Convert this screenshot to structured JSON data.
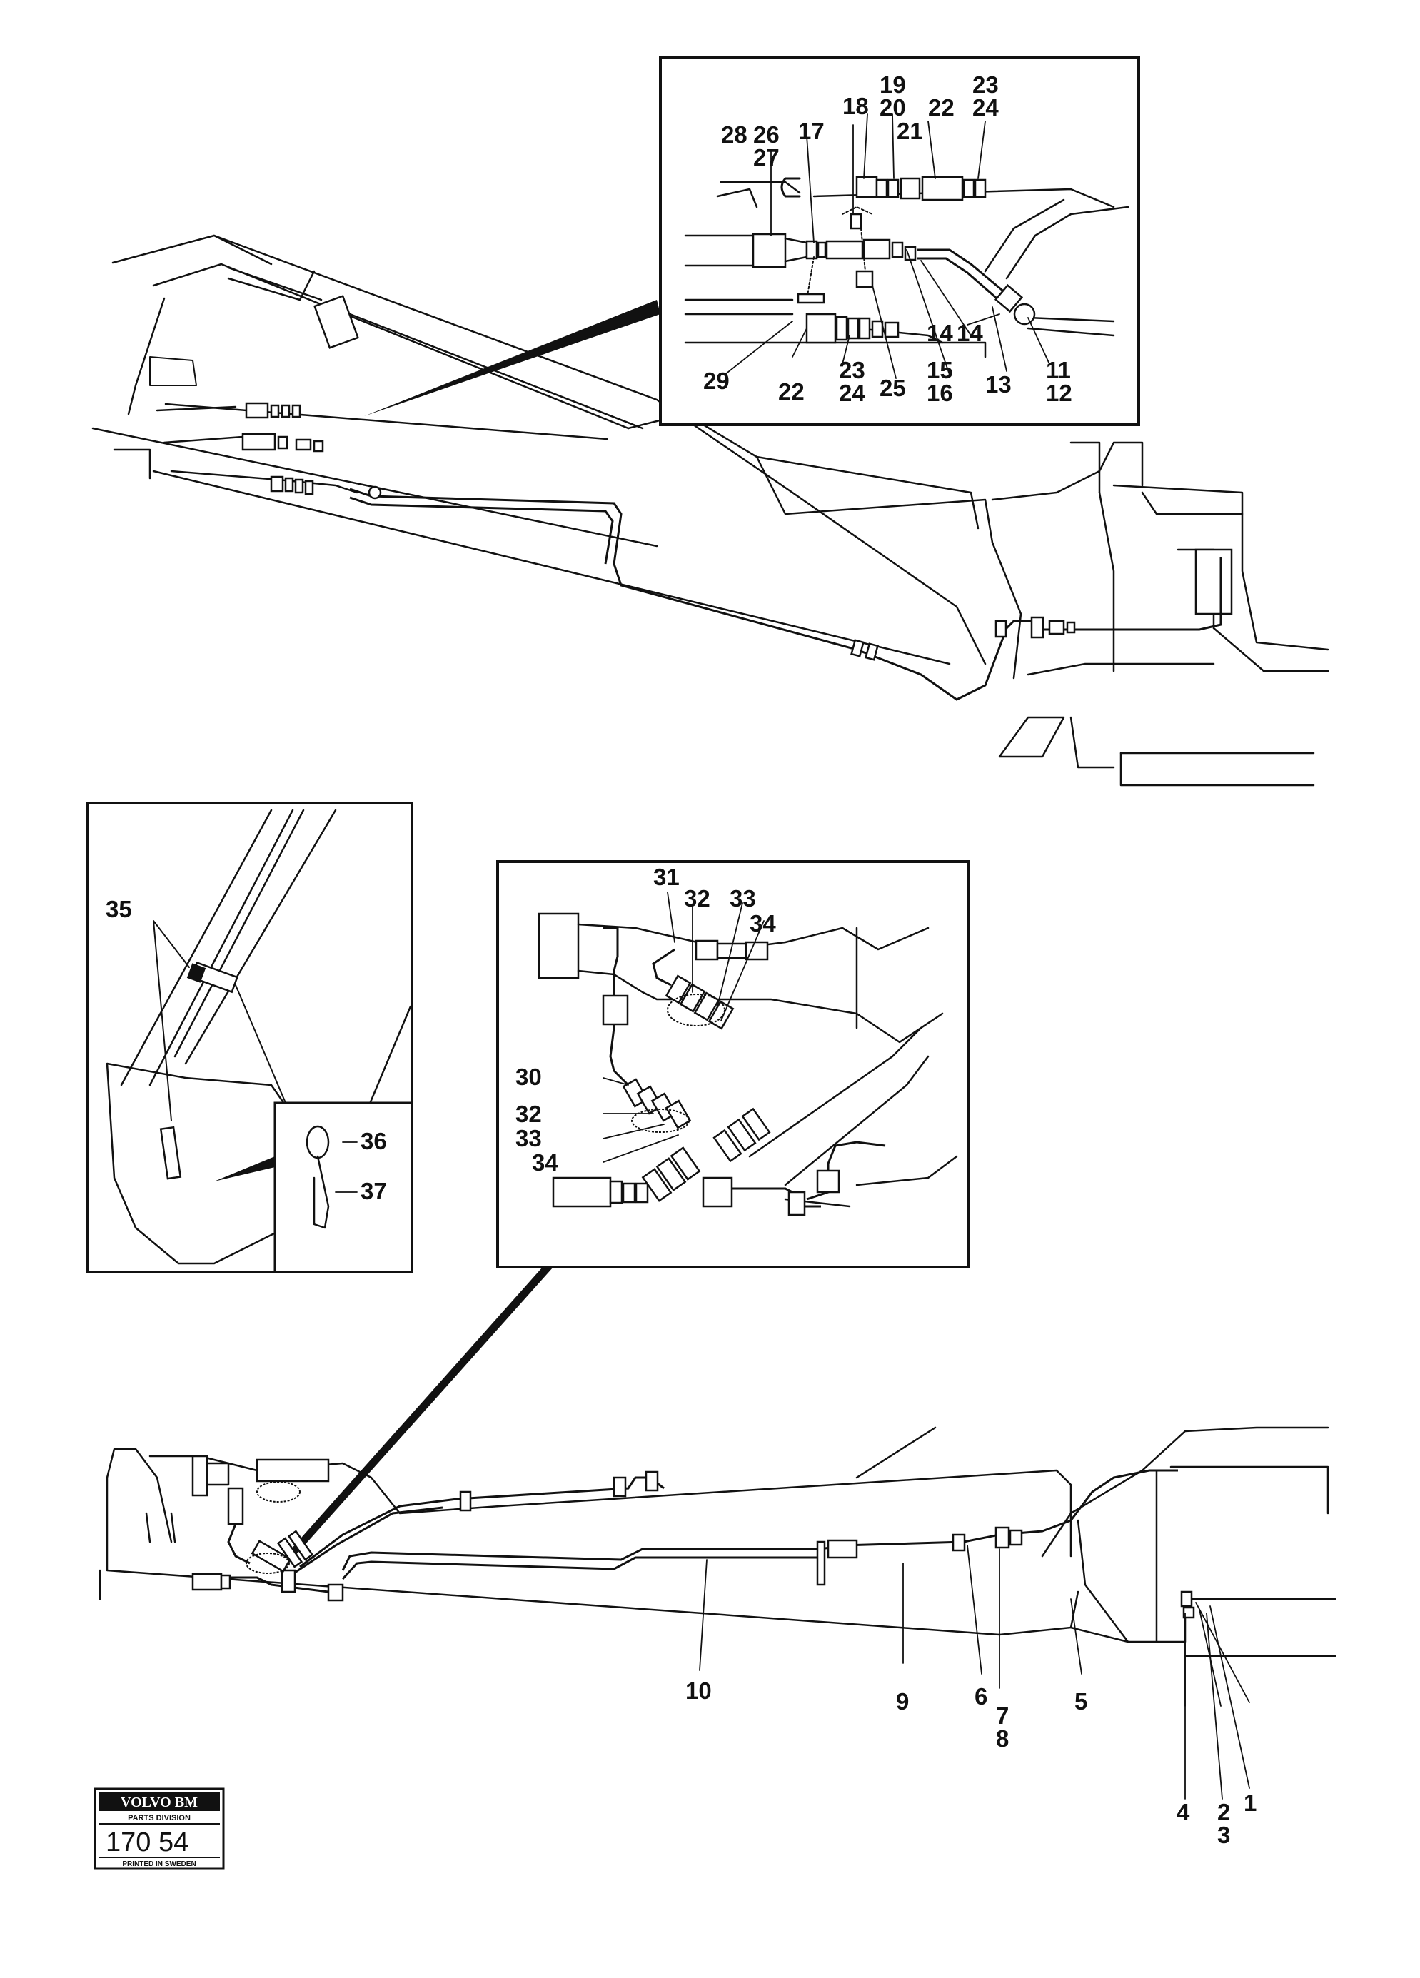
{
  "callouts_top": {
    "n11": "11",
    "n12": "12",
    "n13": "13",
    "n14a": "14",
    "n14b": "14",
    "n15": "15",
    "n16": "16",
    "n17": "17",
    "n18": "18",
    "n19": "19",
    "n20": "20",
    "n21": "21",
    "n22a": "22",
    "n22b": "22",
    "n23a": "23",
    "n23b": "23",
    "n24a": "24",
    "n24b": "24",
    "n25": "25",
    "n26": "26",
    "n27": "27",
    "n28": "28",
    "n29": "29"
  },
  "callouts_mid_right": {
    "n30": "30",
    "n31": "31",
    "n32a": "32",
    "n32b": "32",
    "n33a": "33",
    "n33b": "33",
    "n34a": "34",
    "n34b": "34"
  },
  "callouts_mid_left": {
    "n35": "35",
    "n36": "36",
    "n37": "37"
  },
  "callouts_bottom": {
    "n1": "1",
    "n2": "2",
    "n3": "3",
    "n4": "4",
    "n5": "5",
    "n6": "6",
    "n7": "7",
    "n8": "8",
    "n9": "9",
    "n10": "10"
  },
  "stamp": {
    "brand": "VOLVO BM",
    "division": "PARTS DIVISION",
    "number": "170 54",
    "printed": "PRINTED IN SWEDEN"
  }
}
